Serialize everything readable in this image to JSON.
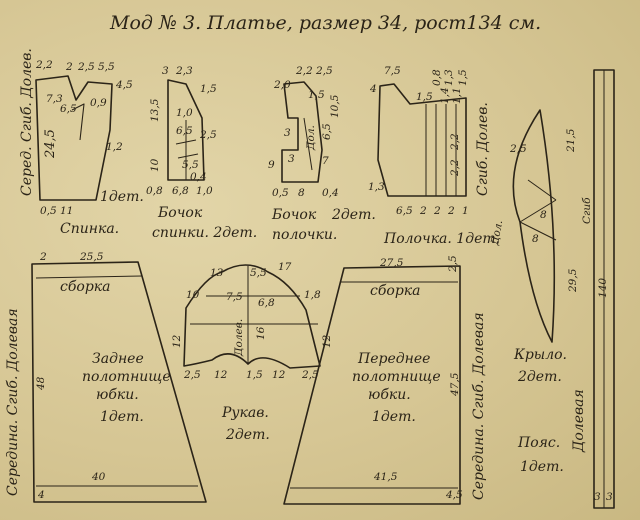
{
  "title": "Мод № 3.   Платье,  размер 34,  рост134 см.",
  "pieces": {
    "back": {
      "name": "Спинка.",
      "count": "1дет.",
      "fold": "Серед. Сгиб. Долев.",
      "nums": [
        "2,2",
        "2",
        "2,5",
        "5,5",
        "4,5",
        "7,3",
        "6,5",
        "0,9",
        "24,5",
        "1,2",
        "0,5",
        "11"
      ]
    },
    "back_side": {
      "name": "Бочок",
      "name2": "спинки. 2дет.",
      "nums": [
        "3",
        "2,3",
        "1,5",
        "13,5",
        "1,0",
        "6,5",
        "2,5",
        "10",
        "5,5",
        "0,4",
        "0,8",
        "6,8",
        "1,0"
      ]
    },
    "front_side": {
      "name": "Бочок",
      "name2": "полочки.",
      "count": "2дет.",
      "nums": [
        "2,2",
        "2,5",
        "2,0",
        "10,5",
        "3",
        "Дол.",
        "6,5",
        "9",
        "3",
        "7",
        "0,5",
        "8",
        "0,4",
        "1,5"
      ]
    },
    "front": {
      "name": "Полочка. 1дет.",
      "fold": "Сгиб. Долев.",
      "nums": [
        "7,5",
        "4",
        "1,5",
        "0,8",
        "1,3",
        "1,5",
        "1,4",
        "1,1",
        "2,2",
        "2,2",
        "1,3",
        "6,5",
        "2",
        "2",
        "2",
        "1"
      ]
    },
    "wing": {
      "name": "Крыло.",
      "count": "2дет.",
      "nums": [
        "2,5",
        "21,5",
        "Дол.",
        "8",
        "8",
        "29,5"
      ],
      "fold": "Сгиб"
    },
    "belt": {
      "name": "Пояс.",
      "count": "1дет.",
      "grain": "Долевая",
      "nums": [
        "140",
        "3",
        "3"
      ]
    },
    "back_skirt": {
      "name1": "Заднее",
      "name2": "полотнище",
      "name3": "юбки.",
      "count": "1дет.",
      "gather": "сборка",
      "side": "Середина. Сгиб. Долевая",
      "nums": [
        "2",
        "25,5",
        "48",
        "40",
        "4"
      ]
    },
    "sleeve": {
      "name": "Рукав.",
      "count": "2дет.",
      "grain": "Долев.",
      "nums": [
        "13",
        "5,5",
        "17",
        "10",
        "7,5",
        "6,8",
        "1,8",
        "12",
        "16",
        "12",
        "2,5",
        "12",
        "1,5",
        "12",
        "2,5"
      ]
    },
    "front_skirt": {
      "name1": "Переднее",
      "name2": "полотнище",
      "name3": "юбки.",
      "count": "1дет.",
      "gather": "сборка",
      "side": "Середина. Сгиб. Долевая",
      "nums": [
        "27,5",
        "2,5",
        "47,5",
        "41,5",
        "4,5"
      ]
    }
  }
}
